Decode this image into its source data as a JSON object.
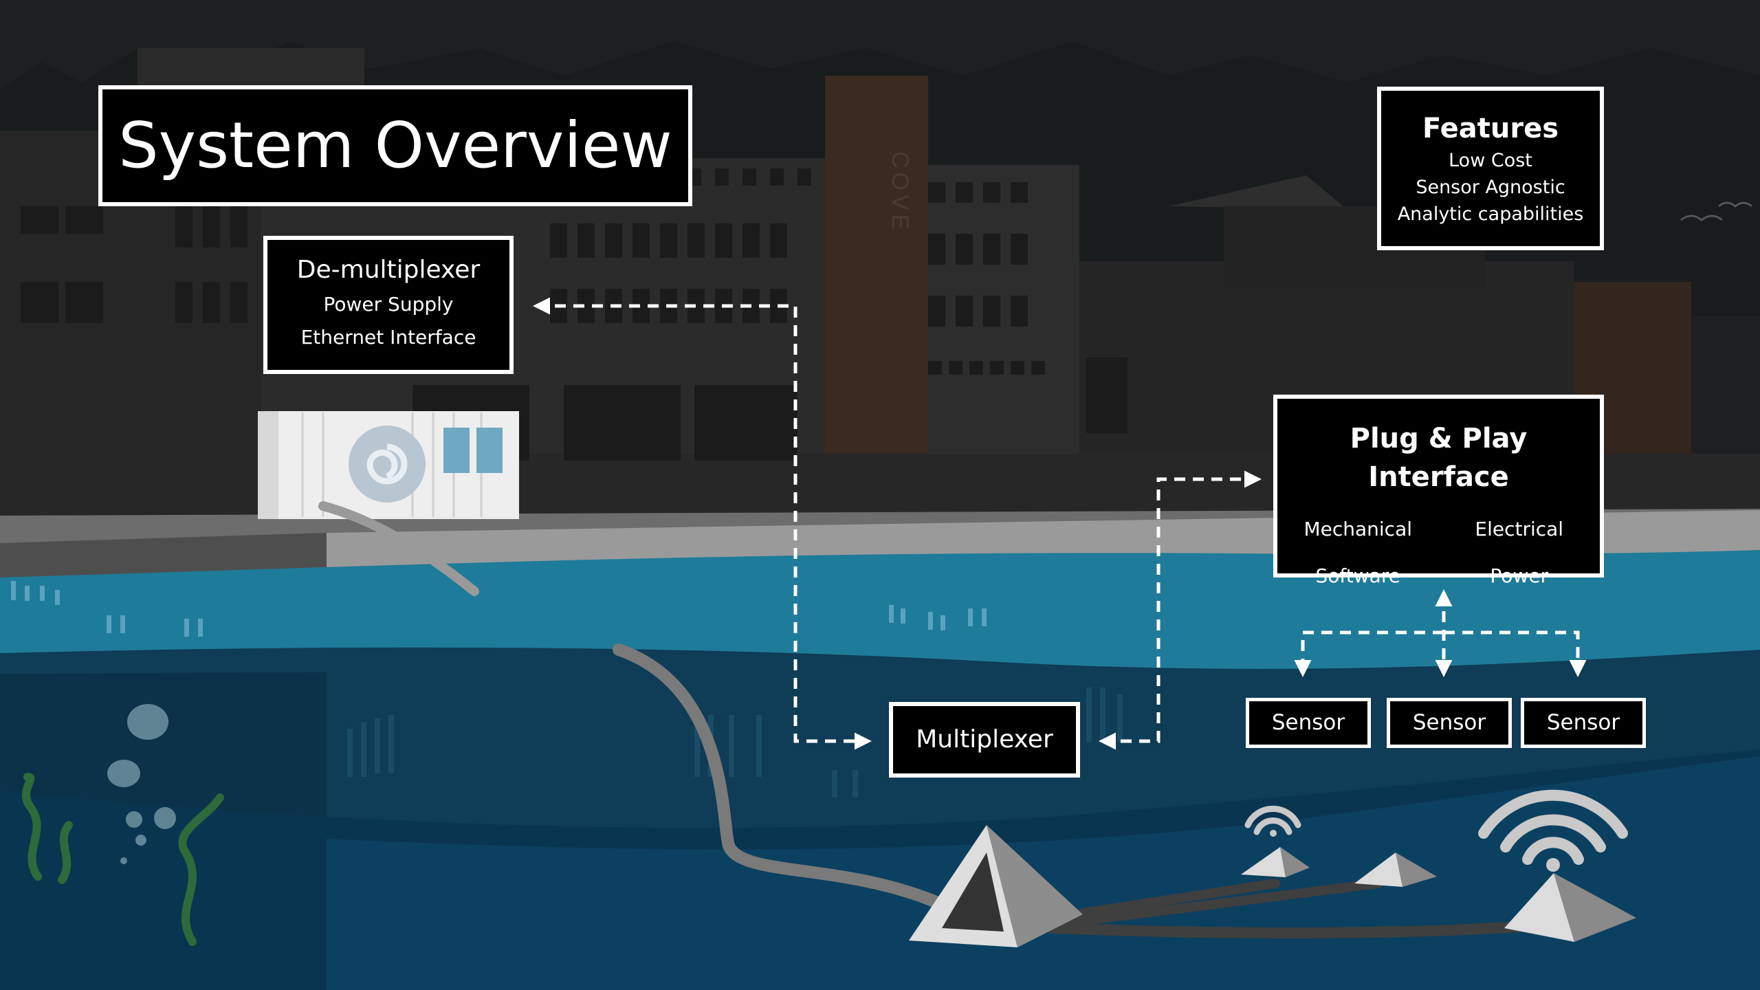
{
  "title": "System Overview",
  "demultiplexer": {
    "heading": "De-multiplexer",
    "items": [
      "Power Supply",
      "Ethernet Interface"
    ]
  },
  "features": {
    "heading": "Features",
    "items": [
      "Low Cost",
      "Sensor Agnostic",
      "Analytic capabilities"
    ]
  },
  "plug_and_play": {
    "heading": "Plug & Play Interface",
    "items": [
      "Mechanical",
      "Electrical",
      "Software",
      "Power"
    ]
  },
  "multiplexer": {
    "label": "Multiplexer"
  },
  "sensors": [
    "Sensor",
    "Sensor",
    "Sensor"
  ],
  "building_sign": "COVE",
  "colors": {
    "sky": "#1e1f20",
    "building": "#2c2c2c",
    "tower": "#3a2a22",
    "dock": "#6d6d6d",
    "water_surface": "#1f7b9a",
    "water_deep": "#0f3c56",
    "seabed": "#0a3550",
    "box_border": "#ffffff",
    "box_fill": "#000000",
    "connector": "#ffffff",
    "cable": "#7a7a7a"
  }
}
